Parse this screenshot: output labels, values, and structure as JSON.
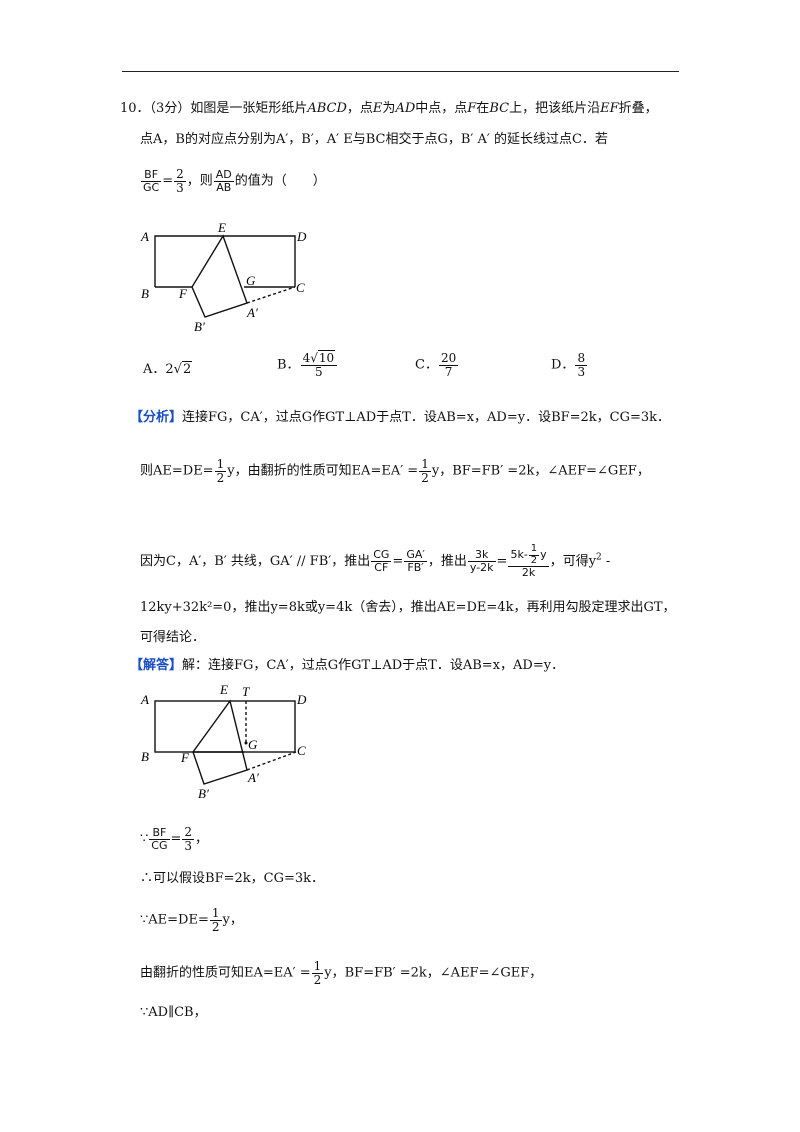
{
  "q": {
    "num": "10．",
    "score": "（3分）",
    "l1a": "如图是一张矩形纸片",
    "abcd": "ABCD",
    "l1b": "，点",
    "e": "E",
    "l1c": "为",
    "ad": "AD",
    "l1d": "中点，点",
    "f": "F",
    "l1e": "在",
    "bc": "BC",
    "l1f": "上，把该纸片沿",
    "ef": "EF",
    "l1g": "折叠，",
    "l2": "点A，B的对应点分别为A′，B′，A′ E与BC相交于点G，B′ A′ 的延长线过点C．若",
    "l3_bf": "BF",
    "l3_gc": "GC",
    "l3_2": "2",
    "l3_3": "3",
    "l3_mid": "，则",
    "l3_ad": "AD",
    "l3_ab": "AB",
    "l3_end": "的值为（　　）"
  },
  "fig1": {
    "A": "A",
    "B": "B",
    "C": "C",
    "D": "D",
    "E": "E",
    "F": "F",
    "G": "G",
    "A1": "A′",
    "B1": "B′"
  },
  "choices": {
    "a_label": "A．",
    "a_coef": "2",
    "a_rad": "2",
    "b_label": "B．",
    "b_coef": "4",
    "b_rad": "10",
    "b_den": "5",
    "c_label": "C．",
    "c_num": "20",
    "c_den": "7",
    "d_label": "D．",
    "d_num": "8",
    "d_den": "3"
  },
  "analysis": {
    "tag": "【分析】",
    "l1": "连接FG，CA′，过点G作GT⊥AD于点T．设AB=x，AD=y．设BF=2k，CG=3k．",
    "l2a": "则AE=DE=",
    "one": "1",
    "two": "2",
    "l2b": "y，由翻折的性质可知EA=EA′ =",
    "l2c": "y，BF=FB′ =2k，∠AEF=∠GEF，",
    "l3a": "因为C，A′，B′ 共线，GA′ // FB′，推出",
    "cg": "CG",
    "cf": "CF",
    "ga1": "GA′",
    "fb1": "FB′",
    "l3b": "，推出",
    "k3": "3k",
    "y2k": "y-2k",
    "k5": "5k-",
    "y": "y",
    "k2": "2k",
    "l3c": "，可得y",
    "sq": "2",
    "l3d": " -",
    "l4": "12ky+32k²=0，推出y=8k或y=4k（舍去），推出AE=DE=4k，再利用勾股定理求出GT，",
    "l5": "可得结论．"
  },
  "answer": {
    "tag": "【解答】",
    "l1": "解：连接FG，CA′，过点G作GT⊥AD于点T．设AB=x，AD=y．"
  },
  "fig2": {
    "A": "A",
    "B": "B",
    "C": "C",
    "D": "D",
    "E": "E",
    "F": "F",
    "G": "G",
    "T": "T",
    "A1": "A′",
    "B1": "B′"
  },
  "steps": {
    "because": "∵",
    "therefore": "∴",
    "bf": "BF",
    "cg": "CG",
    "two": "2",
    "three": "3",
    "comma": "，",
    "s2": "可以假设BF=2k，CG=3k．",
    "s3a": "AE=DE=",
    "one": "1",
    "half_den": "2",
    "s3b": "y，",
    "s4a": "由翻折的性质可知EA=EA′ =",
    "s4b": "y，BF=FB′ =2k，∠AEF=∠GEF，",
    "s5": "AD∥CB，"
  }
}
